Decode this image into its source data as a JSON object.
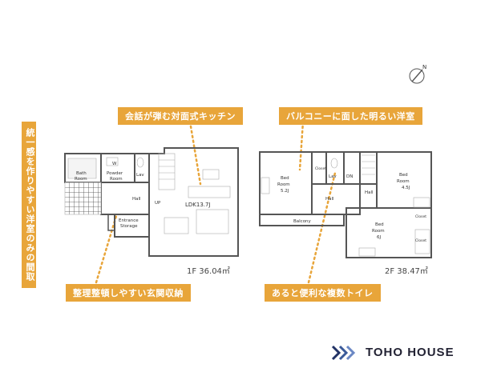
{
  "callouts": {
    "kitchen": "会話が弾む対面式キッチン",
    "balcony_room": "バルコニーに面した明るい洋室",
    "entrance_storage": "整理整頓しやすい玄関収納",
    "toilets": "あると便利な複数トイレ",
    "vertical": "統一感を作りやすい洋室のみの間取"
  },
  "floor1": {
    "area": "1F 36.04㎡",
    "rooms": {
      "bath": "Bath",
      "bath2": "Room",
      "powder": "Powder",
      "powder2": "Room",
      "lav": "Lav",
      "w": "W",
      "hall": "Hall",
      "entrance": "Entrance",
      "storage": "Storage",
      "up": "UP",
      "ldk": "LDK13.7J"
    }
  },
  "floor2": {
    "area": "2F 38.47㎡",
    "rooms": {
      "bed1a": "Bed",
      "bed1b": "Room",
      "bed1c": "5.2J",
      "closet1": "Closet",
      "lav": "Lav",
      "dn": "DN",
      "hall1": "Hall",
      "hall2": "Hall",
      "bed2a": "Bed",
      "bed2b": "Room",
      "bed2c": "4.5J",
      "closet2": "Closet",
      "closet3": "Closet",
      "balcony": "Balcony",
      "bed3a": "Bed",
      "bed3b": "Room",
      "bed3c": "6J"
    }
  },
  "compass": "N",
  "brand": "TOHO HOUSE",
  "colors": {
    "accent": "#e8a53a",
    "brand": "#223366",
    "wall": "#555555"
  }
}
